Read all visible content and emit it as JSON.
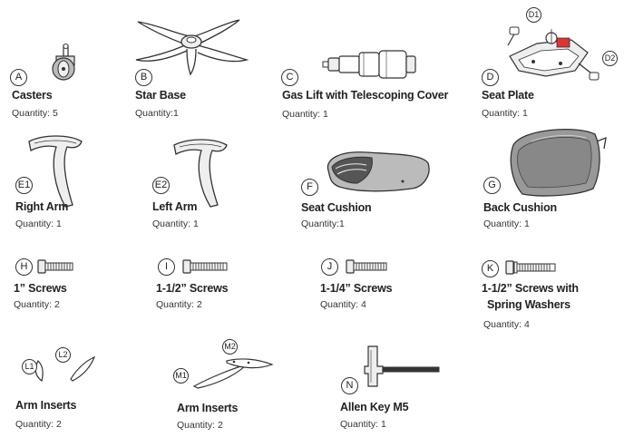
{
  "parts": {
    "A": {
      "letter": "A",
      "name": "Casters",
      "quantity": "Quantity: 5",
      "icon": "caster-icon"
    },
    "B": {
      "letter": "B",
      "name": "Star Base",
      "quantity": "Quantity:1",
      "icon": "star-base-icon"
    },
    "C": {
      "letter": "C",
      "name": "Gas Lift with Telescoping Cover",
      "quantity": "Quantity: 1",
      "icon": "gas-lift-icon"
    },
    "D": {
      "letter": "D",
      "name": "Seat Plate",
      "quantity": "Quantity: 1",
      "icon": "seat-plate-icon",
      "sub_d1": "D1",
      "sub_d2": "D2"
    },
    "E1": {
      "letter": "E1",
      "name": "Right Arm",
      "quantity": "Quantity: 1",
      "icon": "right-arm-icon"
    },
    "E2": {
      "letter": "E2",
      "name": "Left Arm",
      "quantity": "Quantity: 1",
      "icon": "left-arm-icon"
    },
    "F": {
      "letter": "F",
      "name": "Seat Cushion",
      "quantity": "Quantity:1",
      "icon": "seat-cushion-icon"
    },
    "G": {
      "letter": "G",
      "name": "Back Cushion",
      "quantity": "Quantity: 1",
      "icon": "back-cushion-icon"
    },
    "H": {
      "letter": "H",
      "name": "1” Screws",
      "quantity": "Quantity: 2",
      "icon": "screw-icon"
    },
    "I": {
      "letter": "I",
      "name": "1-1/2” Screws",
      "quantity": "Quantity: 2",
      "icon": "screw-icon"
    },
    "J": {
      "letter": "J",
      "name": "1-1/4” Screws",
      "quantity": "Quantity: 4",
      "icon": "screw-icon"
    },
    "K": {
      "letter": "K",
      "name_line1": "1-1/2” Screws with",
      "name_line2": "Spring Washers",
      "quantity": "Quantity: 4",
      "icon": "screw-with-washer-icon"
    },
    "L": {
      "letter1": "L1",
      "letter2": "L2",
      "name": "Arm Inserts",
      "quantity": "Quantity: 2",
      "icon": "arm-insert-icon"
    },
    "M": {
      "letter1": "M1",
      "letter2": "M2",
      "name": "Arm Inserts",
      "quantity": "Quantity: 2",
      "icon": "arm-insert-icon"
    },
    "N": {
      "letter": "N",
      "name": "Allen Key M5",
      "quantity": "Quantity: 1",
      "icon": "allen-key-icon"
    }
  }
}
